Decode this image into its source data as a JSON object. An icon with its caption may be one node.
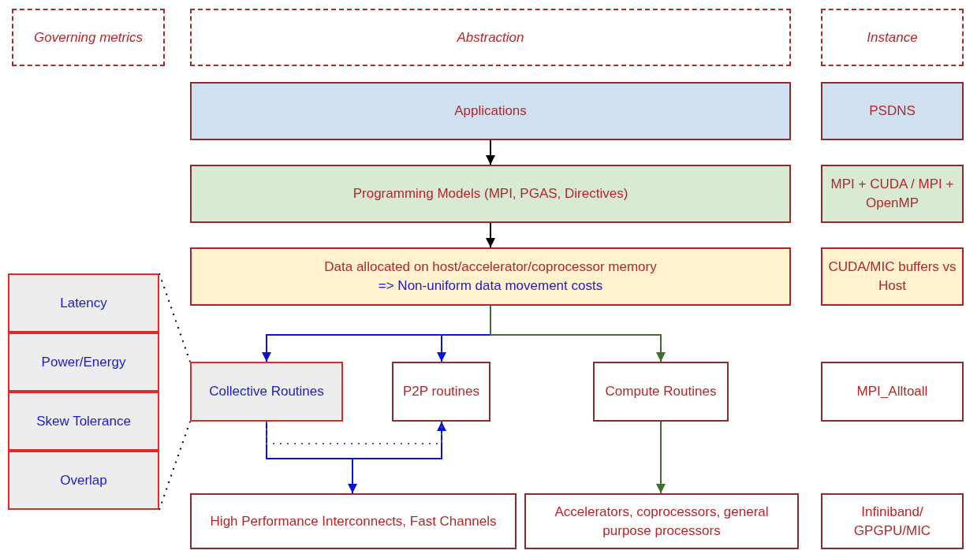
{
  "diagram": {
    "nodes": [
      {
        "text": [
          "Governing metrics"
        ]
      },
      {
        "text": [
          "Abstraction"
        ]
      },
      {
        "text": [
          "Instance"
        ]
      },
      {
        "text": [
          "Applications"
        ]
      },
      {
        "text": [
          "PSDNS"
        ]
      },
      {
        "text": [
          "Programming Models (MPI, PGAS, Directives)"
        ]
      },
      {
        "text": [
          "MPI + CUDA / MPI + OpenMP"
        ]
      },
      {
        "text": [
          "Latency"
        ]
      },
      {
        "text": [
          "Data allocated on host/accelerator/coprocessor memory",
          "=> Non-uniform data movement costs"
        ]
      },
      {
        "text": [
          "CUDA/MIC buffers vs Host"
        ]
      },
      {
        "text": [
          "Power/Energy"
        ]
      },
      {
        "text": [
          "Skew Tolerance"
        ]
      },
      {
        "text": [
          "Collective Routines"
        ]
      },
      {
        "text": [
          "P2P routines"
        ]
      },
      {
        "text": [
          "Compute Routines"
        ]
      },
      {
        "text": [
          "MPI_Alltoall"
        ]
      },
      {
        "text": [
          "Overlap"
        ]
      },
      {
        "text": [
          "High Performance Interconnects, Fast Channels"
        ]
      },
      {
        "text": [
          "Accelerators, coprocessors, general purpose processors"
        ]
      },
      {
        "text": [
          "Infiniband/ GPGPU/MIC"
        ]
      }
    ],
    "edges": [
      {
        "from": 3,
        "to": 5,
        "arrow": "to",
        "color": "#000000"
      },
      {
        "from": 5,
        "to": 8,
        "arrow": "to",
        "color": "#000000"
      },
      {
        "from": 8,
        "to": 12,
        "arrow": "to",
        "color": "#0a14d8"
      },
      {
        "from": 8,
        "to": 13,
        "arrow": "to",
        "color": "#0a14d8"
      },
      {
        "from": 8,
        "to": 14,
        "arrow": "to",
        "color": "#3f6f2a"
      },
      {
        "from": 12,
        "to": 17,
        "arrow": "to",
        "color": "#0a14d8"
      },
      {
        "from": 12,
        "to": 13,
        "arrow": "to",
        "color": "#0a14d8"
      },
      {
        "from": 12,
        "to": 13,
        "arrow": "none",
        "style": "dashed",
        "color": "#4a55a8"
      },
      {
        "from": 14,
        "to": 18,
        "arrow": "to",
        "color": "#3f6f2a"
      },
      {
        "from": 7,
        "to": 12,
        "arrow": "none",
        "style": "dashed",
        "color": "#000000"
      },
      {
        "from": 16,
        "to": 12,
        "arrow": "none",
        "style": "dashed",
        "color": "#000000"
      }
    ]
  }
}
